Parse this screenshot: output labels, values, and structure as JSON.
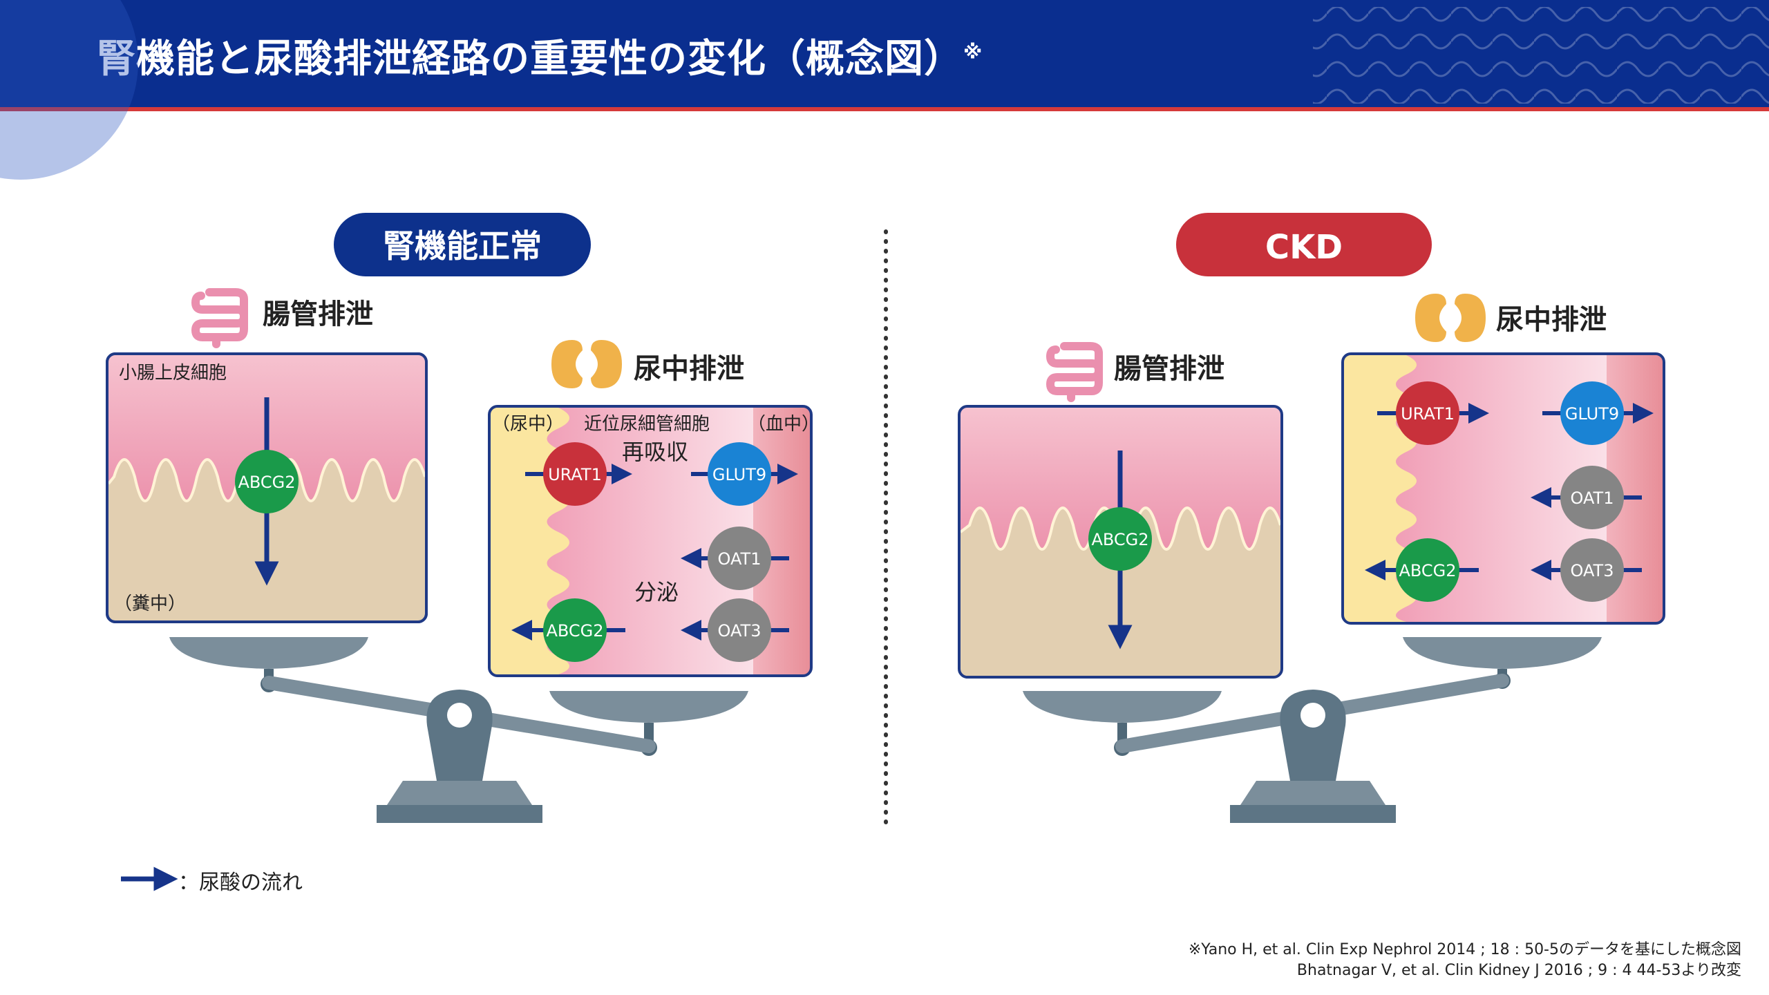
{
  "title": "腎機能と尿酸排泄経路の重要性の変化（概念図）",
  "title_note_mark": "※",
  "colors": {
    "header_blue": "#0a2e8f",
    "accent_red": "#d63a3a",
    "ckd_red": "#c8313b",
    "normal_navy": "#0d318c",
    "arrow_navy": "#16348a",
    "transporter_red": "#c8313b",
    "transporter_blue": "#1a83d4",
    "transporter_green": "#1a9a4a",
    "transporter_gray": "#858585",
    "scale_gray": "#7b8e9b"
  },
  "icons": {
    "intestine": "intestine-icon",
    "kidney": "kidney-icon"
  },
  "left": {
    "pill": "腎機能正常",
    "gut": {
      "heading": "腸管排泄",
      "top_label": "小腸上皮細胞",
      "bottom_label": "（糞中）",
      "transporter": "ABCG2"
    },
    "urine": {
      "heading": "尿中排泄",
      "label_left": "（尿中）",
      "label_center": "近位尿細管細胞",
      "label_right": "（血中）",
      "reabsorption": "再吸収",
      "secretion": "分泌",
      "transporters": [
        "URAT1",
        "GLUT9",
        "OAT1",
        "ABCG2",
        "OAT3"
      ]
    }
  },
  "right": {
    "pill": "CKD",
    "gut": {
      "heading": "腸管排泄",
      "transporter": "ABCG2"
    },
    "urine": {
      "heading": "尿中排泄",
      "transporters": [
        "URAT1",
        "GLUT9",
        "OAT1",
        "ABCG2",
        "OAT3"
      ]
    }
  },
  "legend": "：尿酸の流れ",
  "references": [
    "※Yano H, et al. Clin Exp Nephrol 2014 ; 18 : 50-5のデータを基にした概念図",
    "Bhatnagar V, et al. Clin Kidney J 2016 ; 9 : 4 44-53より改変"
  ]
}
